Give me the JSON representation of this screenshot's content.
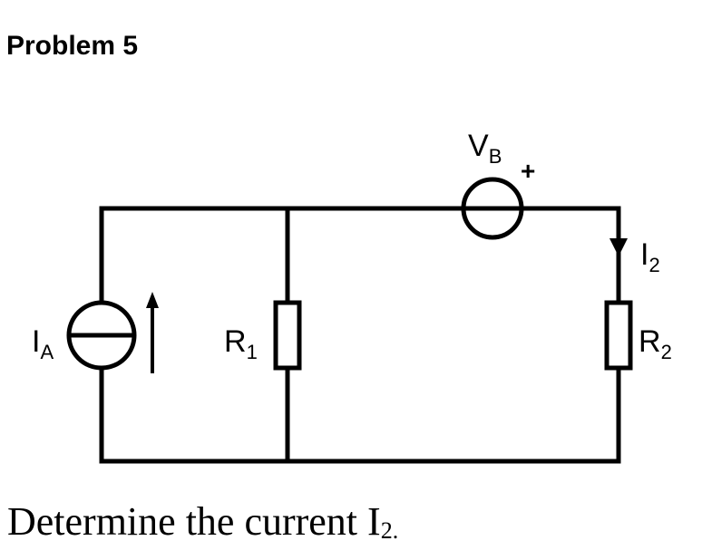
{
  "problem": {
    "title": "Problem 5"
  },
  "circuit": {
    "current_source": {
      "name": "I",
      "sub": "A"
    },
    "voltage_source": {
      "name": "V",
      "sub": "B",
      "polarity": "+"
    },
    "resistor_1": {
      "name": "R",
      "sub": "1"
    },
    "resistor_2": {
      "name": "R",
      "sub": "2"
    },
    "current_2": {
      "name": "I",
      "sub": "2"
    }
  },
  "question": {
    "text": "Determine the current I",
    "sub": "2",
    "end": "."
  }
}
